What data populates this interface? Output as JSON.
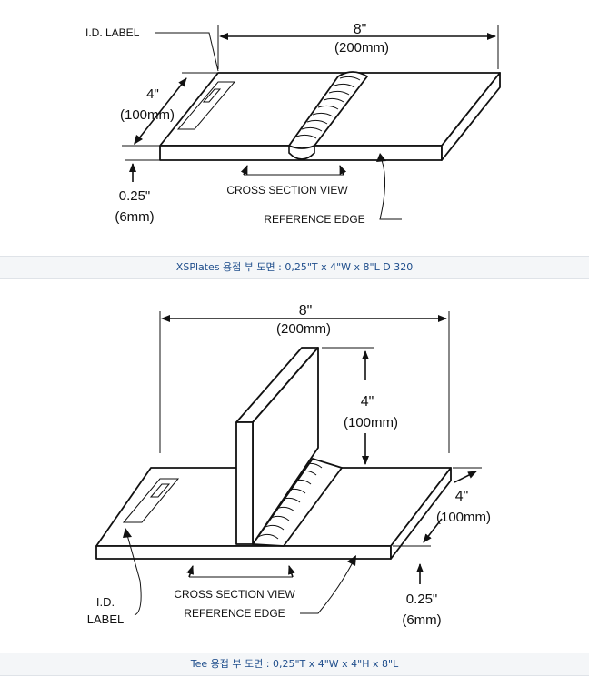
{
  "diagram1": {
    "id_label": "I.D. LABEL",
    "length_in": "8\"",
    "length_mm": "(200mm)",
    "width_in": "4\"",
    "width_mm": "(100mm)",
    "thickness_in": "0.25\"",
    "thickness_mm": "(6mm)",
    "cross_section": "CROSS SECTION VIEW",
    "reference_edge": "REFERENCE EDGE"
  },
  "caption1": "XSPlates 용접 부 도면 :  0,25\"T x 4\"W x 8\"L D 320",
  "diagram2": {
    "length_in": "8\"",
    "length_mm": "(200mm)",
    "height_in": "4\"",
    "height_mm": "(100mm)",
    "width_in": "4\"",
    "width_mm": "(100mm)",
    "thickness_in": "0.25\"",
    "thickness_mm": "(6mm)",
    "id_label_line1": "I.D.",
    "id_label_line2": "LABEL",
    "cross_section": "CROSS SECTION VIEW",
    "reference_edge": "REFERENCE EDGE"
  },
  "caption2": "Tee 용접 부 도면 : 0,25\"T x 4\"W x 4\"H x 8\"L"
}
